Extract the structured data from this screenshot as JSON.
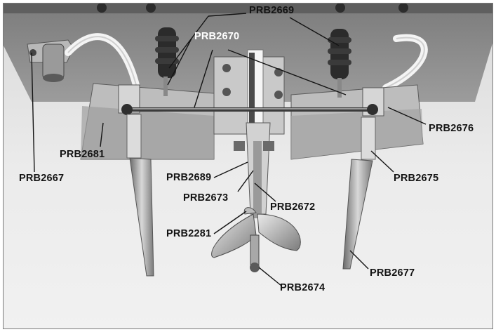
{
  "part_labels": {
    "prb2669": "PRB2669",
    "prb2670": "PRB2670",
    "prb2667": "PRB2667",
    "prb2681": "PRB2681",
    "prb2676": "PRB2676",
    "prb2675": "PRB2675",
    "prb2689": "PRB2689",
    "prb2673": "PRB2673",
    "prb2672": "PRB2672",
    "prb2281": "PRB2281",
    "prb2674": "PRB2674",
    "prb2677": "PRB2677"
  },
  "colors": {
    "label_text": "#141414",
    "label_text_on_dark": "#ffffff",
    "frame_border": "#7a7a7a",
    "background": "#eeeeee",
    "hull_plate": "#8c8c8c"
  }
}
